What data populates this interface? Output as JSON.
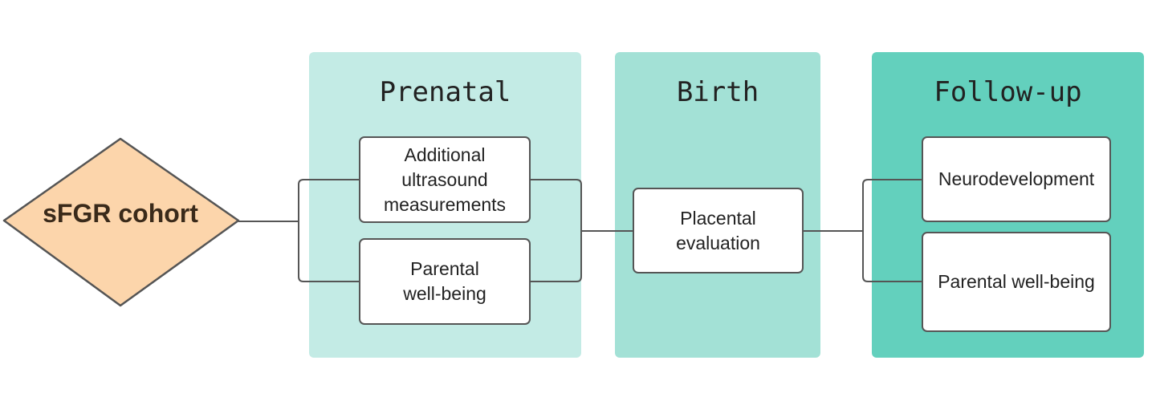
{
  "colors": {
    "prenatal_bg": "#c3ebe5",
    "birth_bg": "#a3e1d6",
    "followup_bg": "#63d0bd",
    "cohort_fill": "#fcd5ab",
    "stroke": "#555555"
  },
  "cohort": {
    "label": "sFGR cohort"
  },
  "stages": [
    {
      "title": "Prenatal",
      "boxes": [
        "Additional\nultrasound\nmeasurements",
        "Parental\nwell-being"
      ]
    },
    {
      "title": "Birth",
      "boxes": [
        "Placental\nevaluation"
      ]
    },
    {
      "title": "Follow-up",
      "boxes": [
        "Neurodevelopment",
        "Parental well-being"
      ]
    }
  ]
}
